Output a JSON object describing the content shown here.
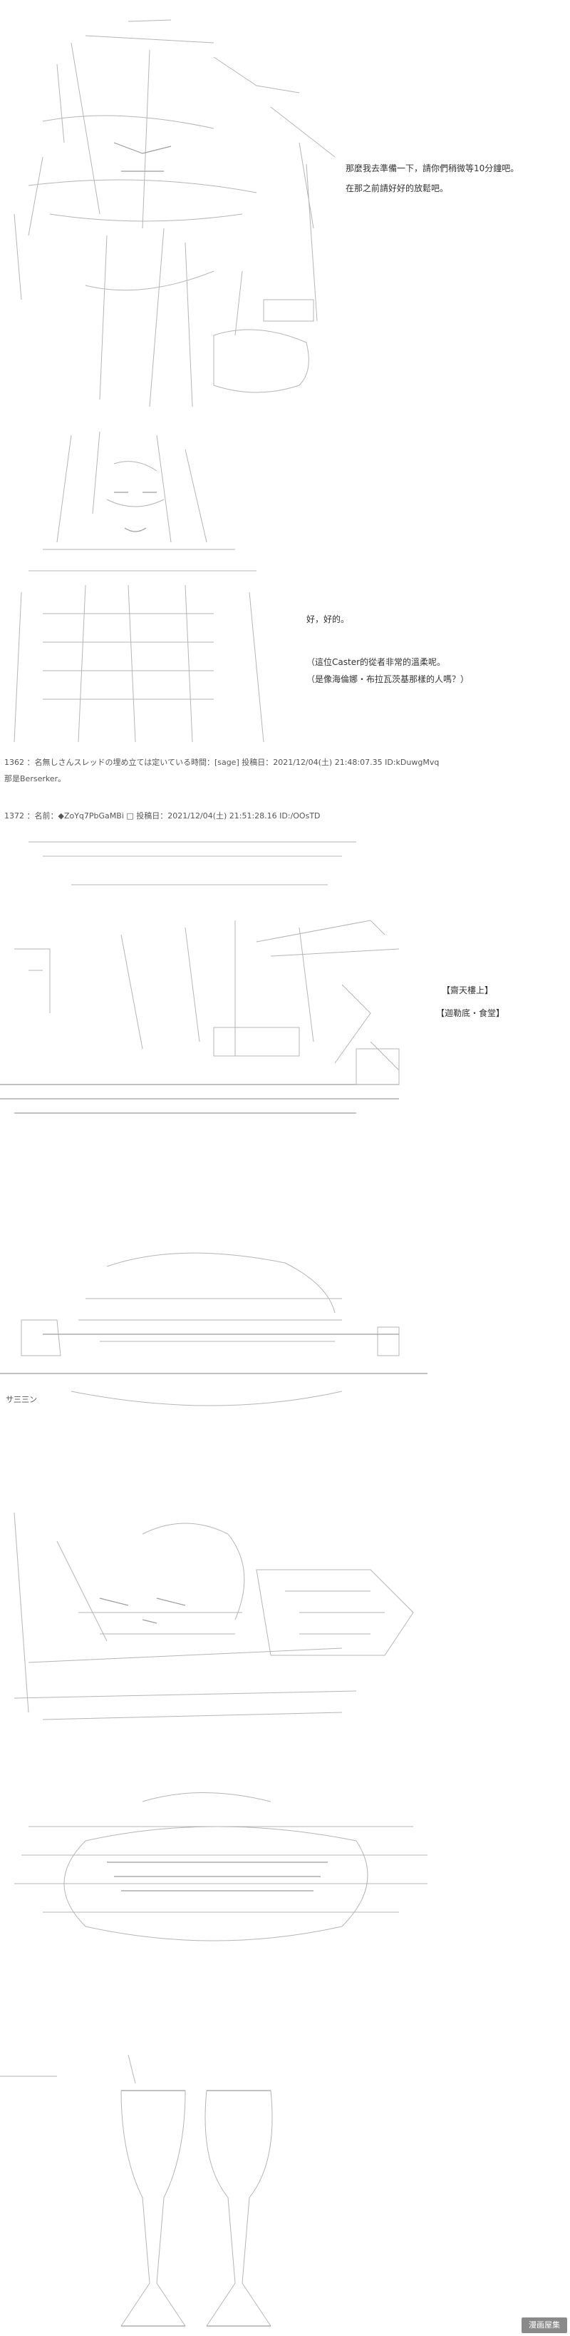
{
  "scene1": {
    "dialogue": [
      "那麼我去準備一下，請你們稍微等10分鐘吧。",
      "在那之前請好好的放鬆吧。"
    ]
  },
  "scene2": {
    "dialogue": [
      "好，好的。"
    ],
    "thoughts": [
      "（這位Caster的從者非常的溫柔呢。",
      "（是像海倫娜・布拉瓦茨基那樣的人嗎？）"
    ]
  },
  "posts": [
    {
      "number": "1362",
      "header": "1362 ：名無しさんスレッドの埋め立ては定いている時間：[sage] 投稿日：2021/12/04(土) 21:48:07.35 ID:kDuwgMvq",
      "body": "那是Berserker。"
    },
    {
      "number": "1372",
      "header": "1372 ：名前：◆ZoYq7PbGaMBi □ 投稿日：2021/12/04(土) 21:51:28.16 ID:/OOsTD"
    }
  ],
  "scene3": {
    "captions": [
      "【齋天樓上】",
      "【迦勒底・食堂】"
    ]
  },
  "scene4": {
    "sfx": "サ三三ン"
  },
  "watermark": "漫画屋集"
}
